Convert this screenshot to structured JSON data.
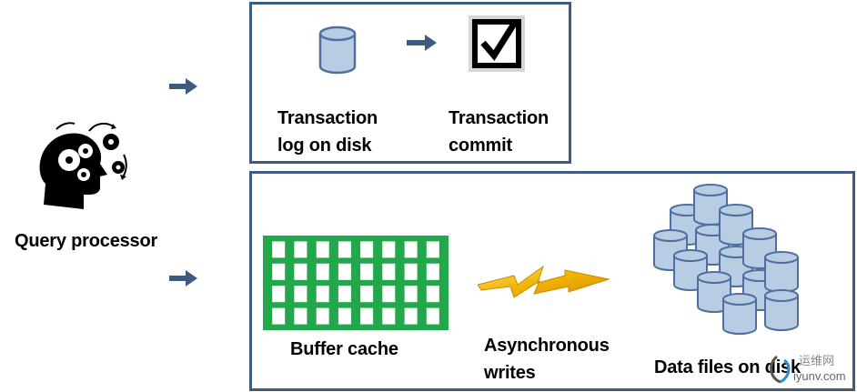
{
  "processor": {
    "label": "Query processor",
    "icon": "head-gears-icon"
  },
  "log_panel": {
    "log_label_line1": "Transaction",
    "log_label_line2": "log on disk",
    "commit_label_line1": "Transaction",
    "commit_label_line2": "commit"
  },
  "data_panel": {
    "buffer_label": "Buffer cache",
    "async_label_line1": "Asynchronous",
    "async_label_line2": "writes",
    "datafiles_label": "Data files on disk"
  },
  "watermark": {
    "line1": "运维网",
    "line2": "iyunv.com"
  },
  "colors": {
    "box_border": "#3d5a80",
    "arrow": "#3d5a80",
    "cylinder_fill": "#b8cce4",
    "cylinder_stroke": "#4f6fa0",
    "buffer_green": "#22a84a",
    "lightning": "#f0b400"
  }
}
